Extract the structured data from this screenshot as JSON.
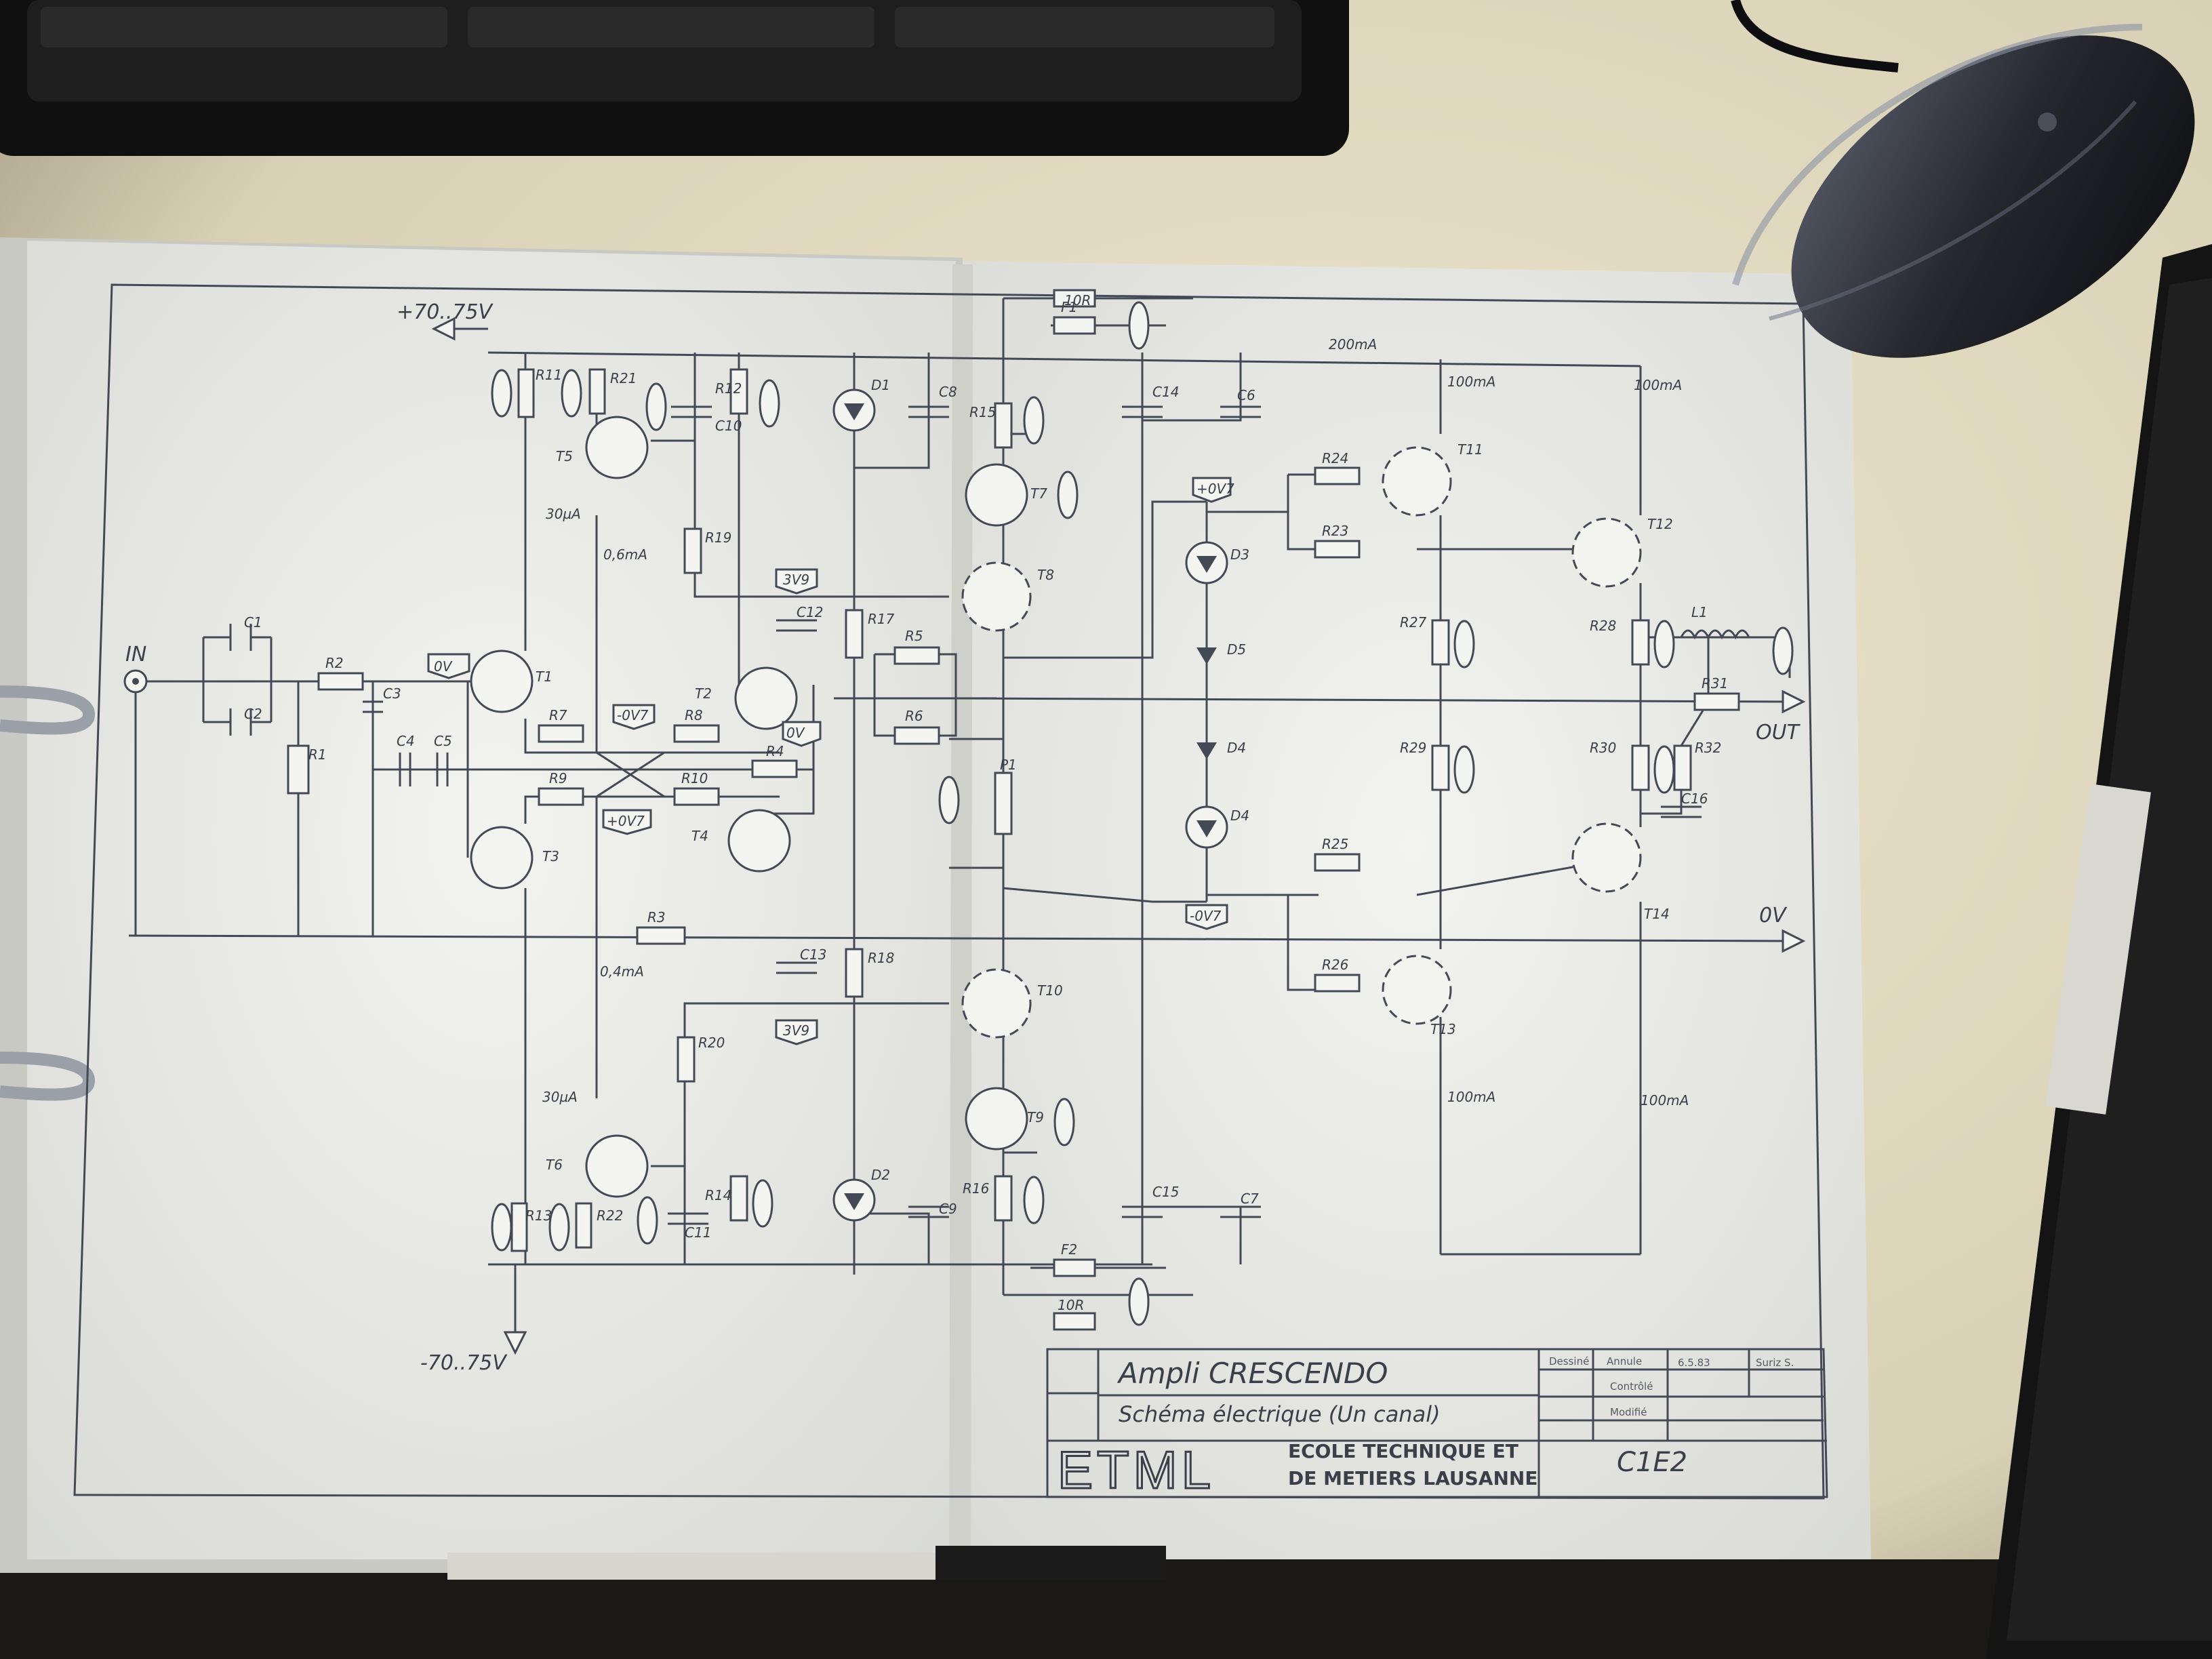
{
  "title_block": {
    "title": "Ampli CRESCENDO",
    "subtitle": "Schéma électrique (Un canal)",
    "logo": "ETML",
    "org_line1": "ECOLE TECHNIQUE ET",
    "org_line2": "DE METIERS LAUSANNE",
    "code": "C1E2",
    "col_dessine": "Dessiné",
    "col_controle": "Contrôlé",
    "col_modif": "Modifié",
    "col_annule": "Annule",
    "date": "6.5.83",
    "author": "Suriz S."
  },
  "rails": {
    "vplus": "+70..75V",
    "vminus": "-70..75V",
    "input": "IN",
    "output": "OUT",
    "ground": "0V"
  },
  "nodes": {
    "v0": "0V",
    "v0b": "0V",
    "v07a": "+0V7",
    "v07b": "-0V7",
    "v07c": "+0V7",
    "v07d": "-0V7",
    "z3v9a": "3V9",
    "z3v9b": "3V9"
  },
  "currents": {
    "i200": "200mA",
    "i100a": "100mA",
    "i100b": "100mA",
    "i100c": "100mA",
    "i100d": "100mA",
    "i30a": "30µA",
    "i30b": "30µA",
    "i06": "0,6mA",
    "i04": "0,4mA"
  },
  "components": {
    "c1": "C1",
    "c2": "C2",
    "c3": "C3",
    "c4": "C4",
    "c5": "C5",
    "c6": "C6",
    "c7": "C7",
    "c8": "C8",
    "c9": "C9",
    "c10": "C10",
    "c11": "C11",
    "c12": "C12",
    "c13": "C13",
    "c14": "C14",
    "c15": "C15",
    "c16": "C16",
    "r1": "R1",
    "r2": "R2",
    "r3": "R3",
    "r4": "R4",
    "r5": "R5",
    "r6": "R6",
    "r7": "R7",
    "r8": "R8",
    "r9": "R9",
    "r10": "R10",
    "r11": "R11",
    "r12": "R12",
    "r13": "R13",
    "r14": "R14",
    "r15": "R15",
    "r16": "R16",
    "r17": "R17",
    "r18": "R18",
    "r19": "R19",
    "r20": "R20",
    "r21": "R21",
    "r22": "R22",
    "r23": "R23",
    "r24": "R24",
    "r25": "R25",
    "r26": "R26",
    "r27": "R27",
    "r28": "R28",
    "r29": "R29",
    "r30": "R30",
    "r31": "R31",
    "r32": "R32",
    "p1": "P1",
    "f1": "F1",
    "f2": "F2",
    "l1": "L1",
    "r10r_a": "10R",
    "r10r_b": "10R",
    "t1": "T1",
    "t2": "T2",
    "t3": "T3",
    "t4": "T4",
    "t5": "T5",
    "t6": "T6",
    "t7": "T7",
    "t8": "T8",
    "t9": "T9",
    "t10": "T10",
    "t11": "T11",
    "t12": "T12",
    "t13": "T13",
    "t14": "T14",
    "d1": "D1",
    "d2": "D2",
    "d3": "D3",
    "d4": "D4",
    "d5": "D5",
    "d6": "D4"
  },
  "colors": {
    "desk": "#e4ddc4",
    "paper": "#eeeee9",
    "ink": "#444a55",
    "keyboard": "#121212",
    "mouse": "#1d1f24",
    "binder": "#1b1b1b"
  }
}
